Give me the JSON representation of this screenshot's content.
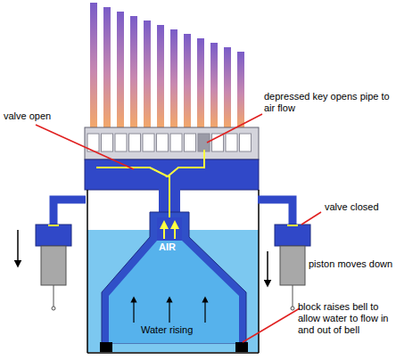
{
  "diagram": {
    "labels": [
      "valve open",
      "depressed key opens pipe to air flow",
      "valve closed",
      "AIR",
      "piston moves down",
      "Water rising",
      "block raises bell to allow water to flow in and out of bell"
    ]
  }
}
